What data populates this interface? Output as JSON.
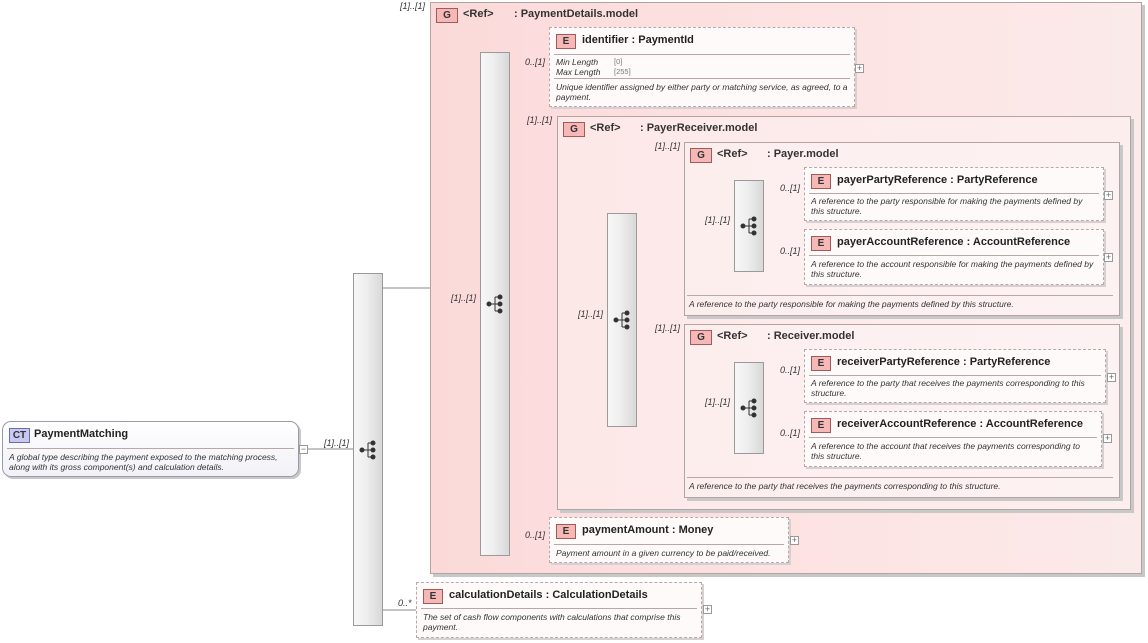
{
  "complex_type": {
    "badge": "CT",
    "name": "PaymentMatching",
    "description": "A global type describing the payment exposed to the matching process, along with its gross component(s) and calculation details.",
    "cardinality": "[1]..[1]"
  },
  "groups": {
    "payment_details": {
      "badge": "G",
      "ref": "<Ref>",
      "name": ": PaymentDetails.model",
      "cardinality": "[1]..[1]",
      "seq_cardinality": "[1]..[1]"
    },
    "payer_receiver": {
      "badge": "G",
      "ref": "<Ref>",
      "name": ": PayerReceiver.model",
      "cardinality": "[1]..[1]",
      "seq_cardinality": "[1]..[1]"
    },
    "payer": {
      "badge": "G",
      "ref": "<Ref>",
      "name": ": Payer.model",
      "cardinality": "[1]..[1]",
      "seq_cardinality": "[1]..[1]",
      "description": "A reference to the party responsible for making the payments defined by this structure."
    },
    "receiver": {
      "badge": "G",
      "ref": "<Ref>",
      "name": ": Receiver.model",
      "cardinality": "[1]..[1]",
      "seq_cardinality": "[1]..[1]",
      "description": "A reference to the party that receives the payments corresponding to this structure."
    }
  },
  "elements": {
    "identifier": {
      "badge": "E",
      "name": "identifier",
      "type": ": PaymentId",
      "cardinality": "0..[1]",
      "facets": [
        {
          "label": "Min Length",
          "value": "[0]"
        },
        {
          "label": "Max Length",
          "value": "[255]"
        }
      ],
      "description": "Unique identifier assigned by either party or matching service, as agreed, to a payment."
    },
    "payer_party_reference": {
      "badge": "E",
      "name": "payerPartyReference",
      "type": ": PartyReference",
      "cardinality": "0..[1]",
      "description": "A reference to the party responsible for making the payments defined by this structure."
    },
    "payer_account_reference": {
      "badge": "E",
      "name": "payerAccountReference",
      "type": ": AccountReference",
      "cardinality": "0..[1]",
      "description": "A reference to the account responsible for making the payments defined by this structure."
    },
    "receiver_party_reference": {
      "badge": "E",
      "name": "receiverPartyReference",
      "type": ": PartyReference",
      "cardinality": "0..[1]",
      "description": "A reference to the party that receives the payments corresponding to this structure."
    },
    "receiver_account_reference": {
      "badge": "E",
      "name": "receiverAccountReference",
      "type": ": AccountReference",
      "cardinality": "0..[1]",
      "description": "A reference to the account that receives the payments corresponding to this structure."
    },
    "payment_amount": {
      "badge": "E",
      "name": "paymentAmount",
      "type": ": Money",
      "cardinality": "0..[1]",
      "description": "Payment amount in a given currency to be paid/received."
    },
    "calculation_details": {
      "badge": "E",
      "name": "calculationDetails",
      "type": ": CalculationDetails",
      "cardinality": "0..*",
      "description": "The set of cash flow components with calculations that comprise this payment."
    }
  },
  "icons": {
    "sequence": "sequence-icon",
    "expand": "plus-icon",
    "collapse": "minus-icon"
  },
  "expand_symbol": "+",
  "collapse_symbol": "−",
  "colors": {
    "group_fill": "#fde4e4",
    "badge_fill": "#f6b7b7",
    "ct_badge_fill": "#c8c8f0",
    "sequence_fill": "#eeeeee"
  }
}
